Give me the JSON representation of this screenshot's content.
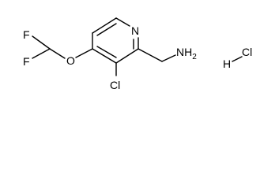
{
  "molecule": {
    "atoms": {
      "ring_nitrogen": "N",
      "fluorine_top": "F",
      "fluorine_bottom": "F",
      "ether_oxygen": "O",
      "chlorine_ring": "Cl",
      "amine": "NH",
      "amine_subscript": "2",
      "hcl_hydrogen": "H",
      "hcl_chlorine": "Cl"
    }
  }
}
